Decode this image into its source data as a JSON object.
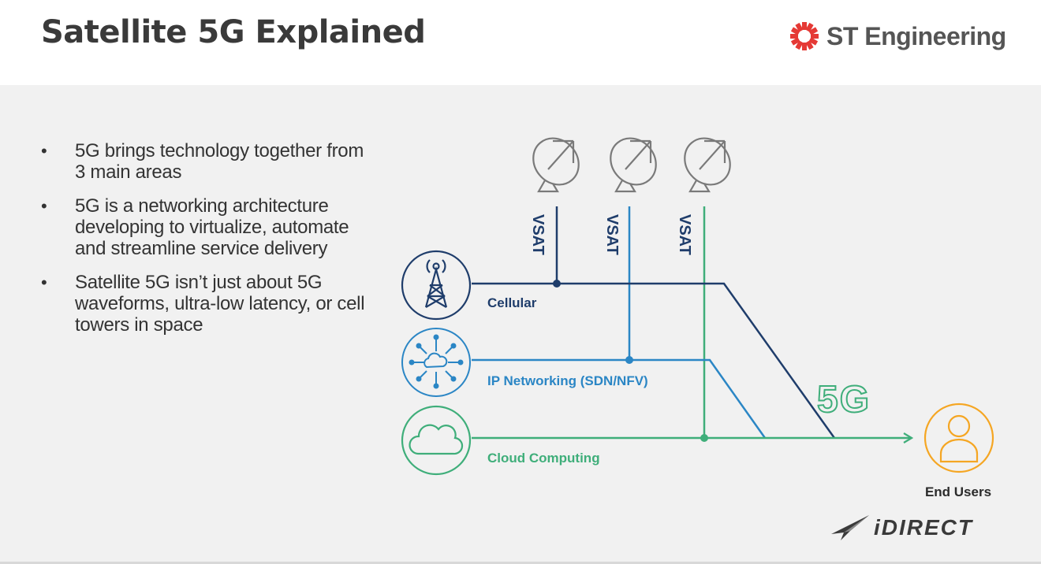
{
  "slide": {
    "title": "Satellite 5G Explained",
    "brand": "ST Engineering",
    "footer_brand": "iDIRECT"
  },
  "bullets": [
    "5G brings technology together from 3 main areas",
    "5G is a networking architecture developing to virtualize, automate and streamline service delivery",
    "Satellite 5G isn’t just about 5G waveforms, ultra-low latency, or cell towers in space"
  ],
  "diagram": {
    "vsat_labels": [
      "VSAT",
      "VSAT",
      "VSAT"
    ],
    "areas": [
      {
        "label": "Cellular",
        "icon": "cell-tower-icon",
        "color": "#1f3d6b"
      },
      {
        "label": "IP Networking (SDN/NFV)",
        "icon": "network-hub-icon",
        "color": "#2b86c5"
      },
      {
        "label": "Cloud Computing",
        "icon": "cloud-icon",
        "color": "#3fae7a"
      }
    ],
    "badge": "5G",
    "end_label": "End Users",
    "end_color": "#f5a623"
  }
}
